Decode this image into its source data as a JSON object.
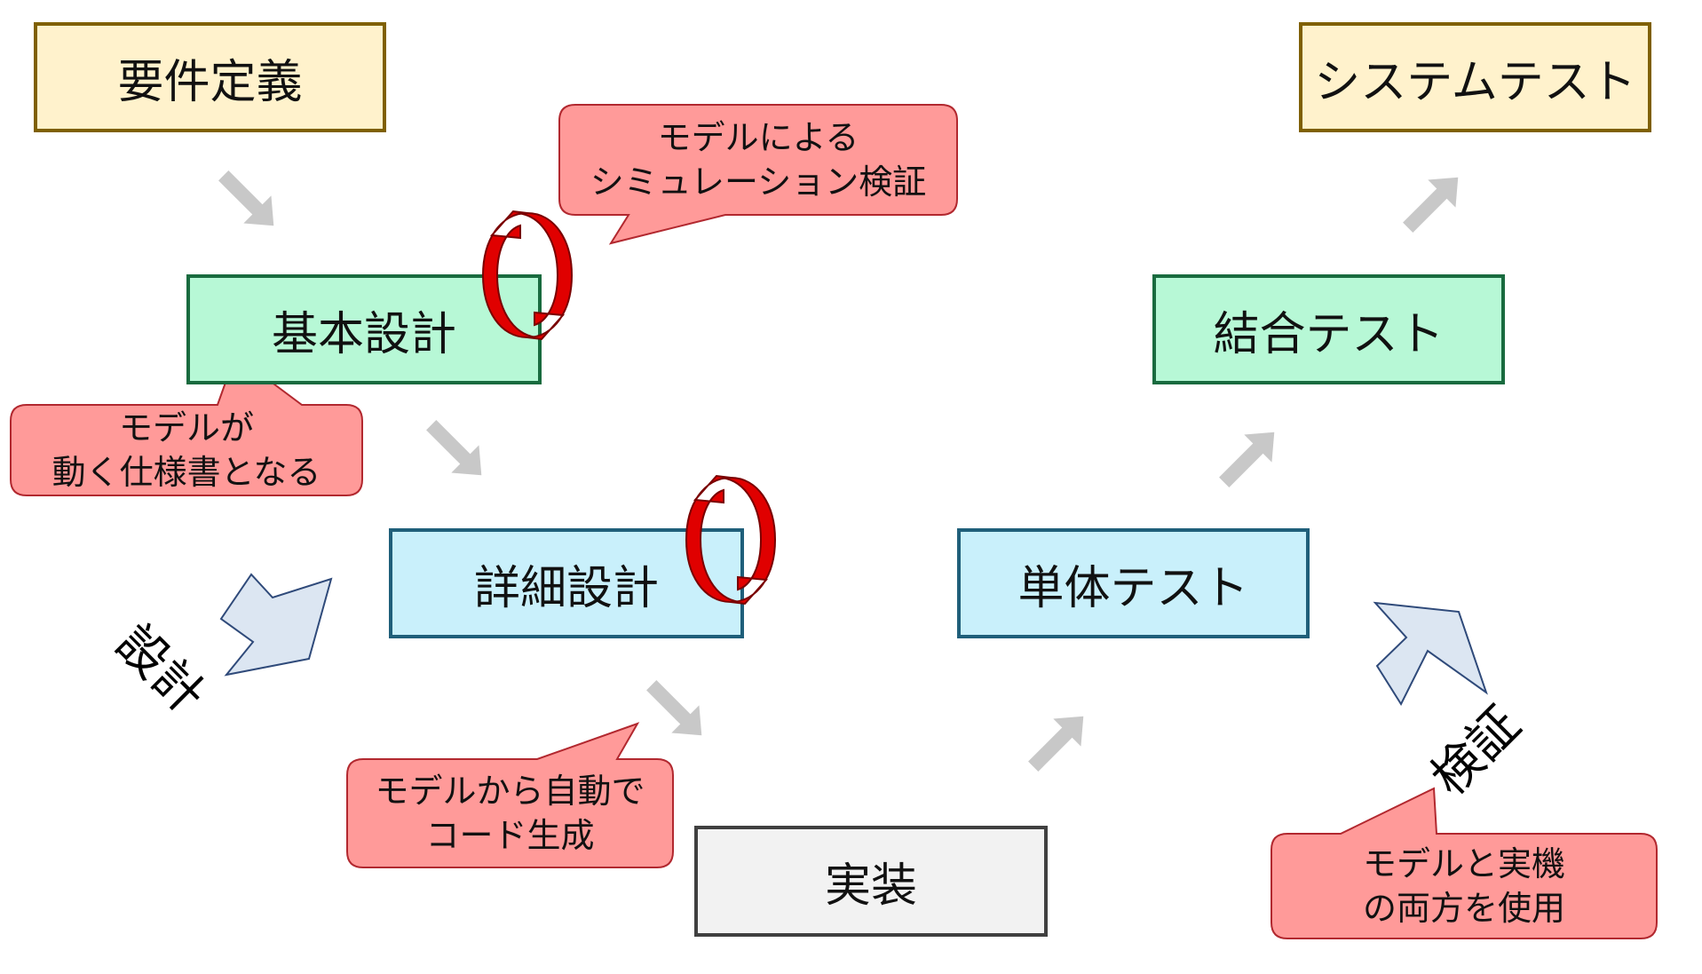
{
  "colors": {
    "req_fill": "#fff2cc",
    "req_border": "#7f6000",
    "green_fill": "#b7f8d6",
    "green_border": "#196b3f",
    "blue_fill": "#c9f0fb",
    "blue_border": "#1f5f7a",
    "impl_fill": "#f2f2f2",
    "impl_border": "#404040",
    "callout_fill": "#ff9a99",
    "callout_border": "#b2282f",
    "arrow_gray": "#c8c8c8",
    "block_fill": "#dce6f2",
    "block_border": "#2f4a7a",
    "cycle_red": "#e00000"
  },
  "stages": {
    "requirements": "要件定義",
    "basic_design": "基本設計",
    "detailed_design": "詳細設計",
    "implementation": "実装",
    "unit_test": "単体テスト",
    "integration_test": "結合テスト",
    "system_test": "システムテスト"
  },
  "callouts": {
    "simulation": [
      "モデルによる",
      "シミュレーション検証"
    ],
    "executable_spec": [
      "モデルが",
      "動く仕様書となる"
    ],
    "code_gen": [
      "モデルから自動で",
      "コード生成"
    ],
    "model_and_hw": [
      "モデルと実機",
      "の両方を使用"
    ]
  },
  "labels": {
    "design": "設計",
    "verification": "検証"
  },
  "icons": [
    "cycle-arrows-icon",
    "gray-flow-arrow-icon",
    "block-arrow-icon"
  ]
}
